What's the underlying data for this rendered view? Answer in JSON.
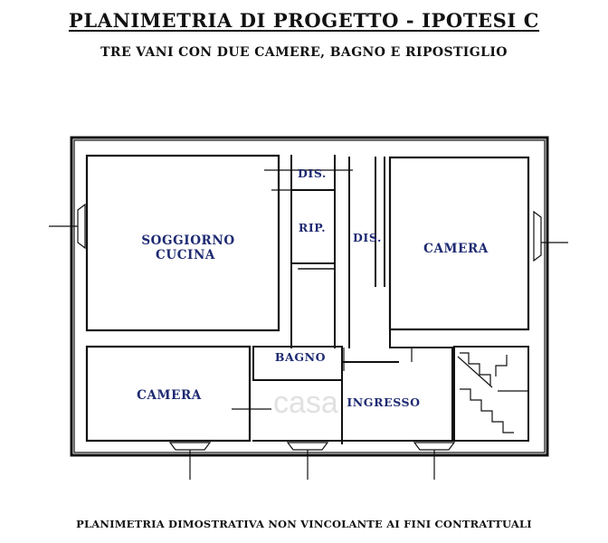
{
  "header": {
    "title": "PLANIMETRIA DI PROGETTO - IPOTESI C",
    "subtitle": "TRE VANI CON DUE CAMERE, BAGNO E RIPOSTIGLIO"
  },
  "rooms": {
    "soggiorno_line1": "SOGGIORNO",
    "soggiorno_line2": "CUCINA",
    "camera_right": "CAMERA",
    "camera_left": "CAMERA",
    "dis_top": "DIS.",
    "rip": "RIP.",
    "dis_mid": "DIS.",
    "bagno": "BAGNO",
    "ingresso": "INGRESSO"
  },
  "watermark": {
    "text": "casa"
  },
  "footer": {
    "text": "PLANIMETRIA DIMOSTRATIVA NON VINCOLANTE AI FINI CONTRATTUALI"
  },
  "colors": {
    "wall": "#111111",
    "room_label": "#1e2a72",
    "watermark": "#c9c9c9"
  }
}
